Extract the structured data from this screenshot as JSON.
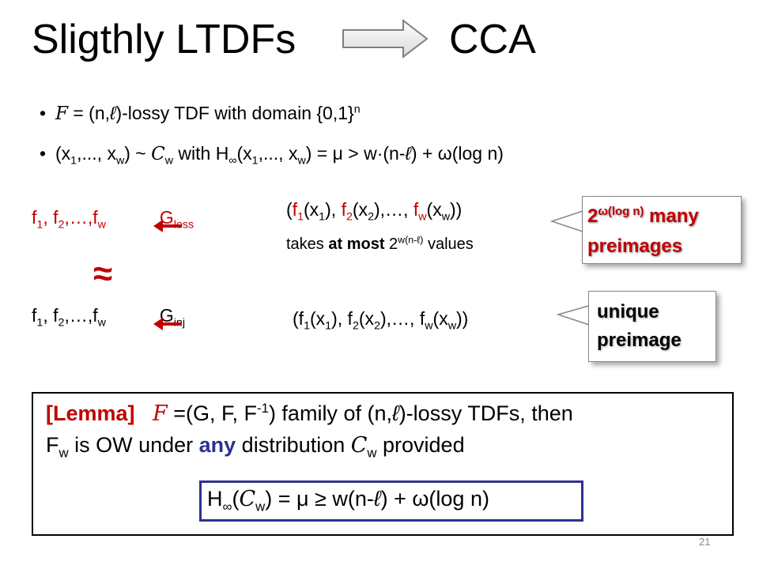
{
  "title": {
    "left": "Sligthly LTDFs",
    "right": "CCA"
  },
  "bullets": {
    "b1": {
      "F": "F",
      "eq": " = (n,",
      "ell": "ℓ",
      "rest": ")-lossy TDF with domain {0,1}",
      "sup": "n"
    },
    "b2": {
      "p1": "(x",
      "s1": "1",
      "p2": ",..., x",
      "s2": "w",
      "p3": ") ~ ",
      "C": "C",
      "s3": "w",
      "p4": " with  H",
      "s4": "∞",
      "p5": "(x",
      "s5": "1",
      "p6": ",..., x",
      "s6": "w",
      "p7": ") = μ > w·(n-",
      "ell": "ℓ",
      "p8": ") + ω(log n)"
    }
  },
  "loss": {
    "f": "f",
    "s1": "1",
    "c1": ", f",
    "s2": "2",
    "c2": ",…,f",
    "sw": "w",
    "G": "G",
    "Gsub": "loss"
  },
  "inj": {
    "f": "f",
    "s1": "1",
    "c1": ", f",
    "s2": "2",
    "c2": ",…,f",
    "sw": "w",
    "G": "G",
    "Gsub": "inj"
  },
  "approx_symbol": "≈",
  "output1": {
    "a": "(",
    "f1": "f",
    "s1": "1",
    "b": "(x",
    "x1": "1",
    "c": "), ",
    "f2": "f",
    "s2": "2",
    "d": "(x",
    "x2": "2",
    "e": "),…, ",
    "fw": "f",
    "sw": "w",
    "g": "(x",
    "xw": "w",
    "h": "))"
  },
  "output1_line2": {
    "a": "takes ",
    "b": "at most",
    "c": " 2",
    "sup": "w(n-ℓ)",
    "d": " values"
  },
  "output2": {
    "a": "(f",
    "s1": "1",
    "b": "(x",
    "x1": "1",
    "c": "), f",
    "s2": "2",
    "d": "(x",
    "x2": "2",
    "e": "),…, f",
    "sw": "w",
    "g": "(x",
    "xw": "w",
    "h": "))"
  },
  "callout_red": {
    "base": "2",
    "sup": "ω(log  n)",
    "rest": " many",
    "line2": "preimages"
  },
  "callout_blue": {
    "line1": "unique",
    "line2": "preimage"
  },
  "lemma": {
    "tag": "[Lemma]",
    "F": "F",
    "a": " =(G, F, F",
    "sup": "-1",
    "b": ") family of (n,",
    "ell": "ℓ",
    "c": ")-lossy TDFs, then",
    "l2a": "F",
    "l2s": "w",
    "l2b": " is OW under ",
    "any": "any",
    "l2c": " distribution ",
    "C": "C",
    "l2cs": "w",
    "l2d": " provided"
  },
  "formula": {
    "H": "H",
    "Hs": "∞",
    "a": "(",
    "C": "C",
    "Cs": "w",
    "b": ") = μ ≥ w(n-",
    "ell": "ℓ",
    "c": ") + ω(log n)"
  },
  "page_number": "21",
  "colors": {
    "accent_red": "#c00000",
    "accent_blue": "#2e3192"
  }
}
